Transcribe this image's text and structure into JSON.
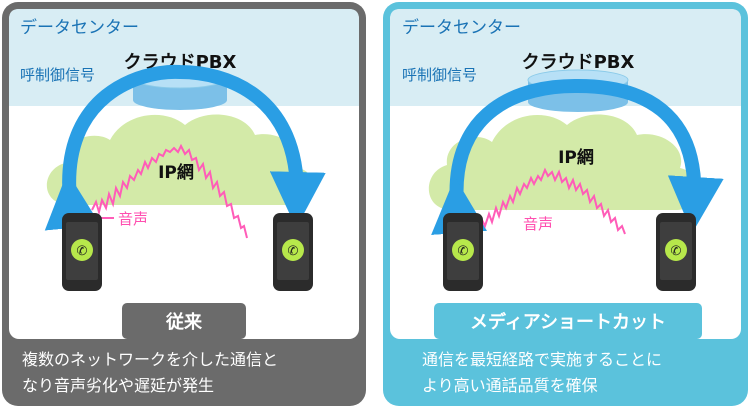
{
  "left": {
    "datacenter_label": "データセンター",
    "pbx_label": "クラウドPBX",
    "signal_label": "呼制御信号",
    "network_label": "IP網",
    "voice_label": "音声",
    "badge_label": "従来",
    "caption_line1": "複数のネットワークを介した通信と",
    "caption_line2": "なり音声劣化や遅延が発生"
  },
  "right": {
    "datacenter_label": "データセンター",
    "pbx_label": "クラウドPBX",
    "signal_label": "呼制御信号",
    "network_label": "IP網",
    "voice_label": "音声",
    "badge_label": "メディアショートカット",
    "caption_line1": "通信を最短経路で実施することに",
    "caption_line2": "より高い通話品質を確保"
  },
  "colors": {
    "left_frame": "#6b6b6b",
    "right_frame": "#5bc2dc",
    "datacenter_band": "#d8edf4",
    "cloud": "#d3eaa8",
    "arrow": "#2a9ee4",
    "voice_wave": "#ff5cb8",
    "phone_button": "#b7e84b"
  },
  "icons": {
    "pbx": "cylinder-server-icon",
    "phone": "smartphone-call-icon"
  }
}
